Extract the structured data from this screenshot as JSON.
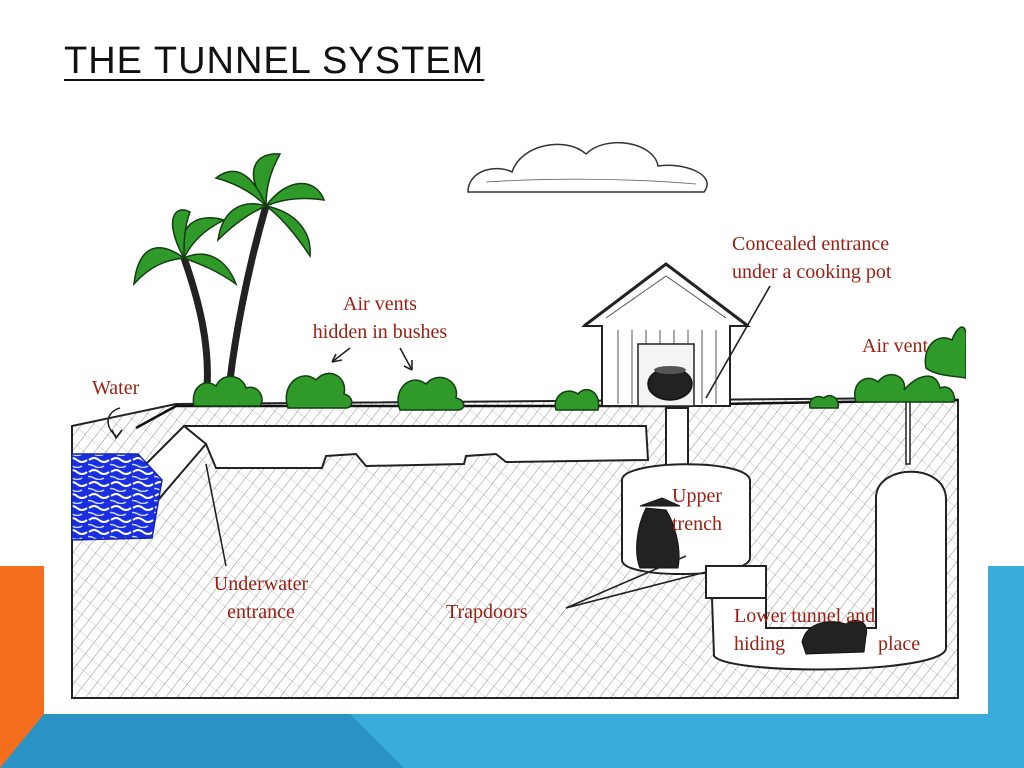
{
  "slide": {
    "title": "THE TUNNEL SYSTEM"
  },
  "colors": {
    "accent_orange": "#F46E1D",
    "accent_blue_light": "#3AACDA",
    "accent_blue_dark": "#2A93C3",
    "label_text": "#9A1F12",
    "water_blue": "#1A2FE0",
    "foliage_green": "#2F9A2A"
  },
  "diagram": {
    "labels": {
      "water": "Water",
      "air_vents_line1": "Air vents",
      "air_vents_line2": "hidden in bushes",
      "concealed_line1": "Concealed entrance",
      "concealed_line2": "under a cooking pot",
      "air_vent": "Air vent",
      "upper_trench_line1": "Upper",
      "upper_trench_line2": "trench",
      "underwater_line1": "Underwater",
      "underwater_line2": "entrance",
      "trapdoors": "Trapdoors",
      "lower_tunnel_line1": "Lower tunnel and",
      "lower_tunnel_line2a": "hiding",
      "lower_tunnel_line2b": "place"
    }
  }
}
